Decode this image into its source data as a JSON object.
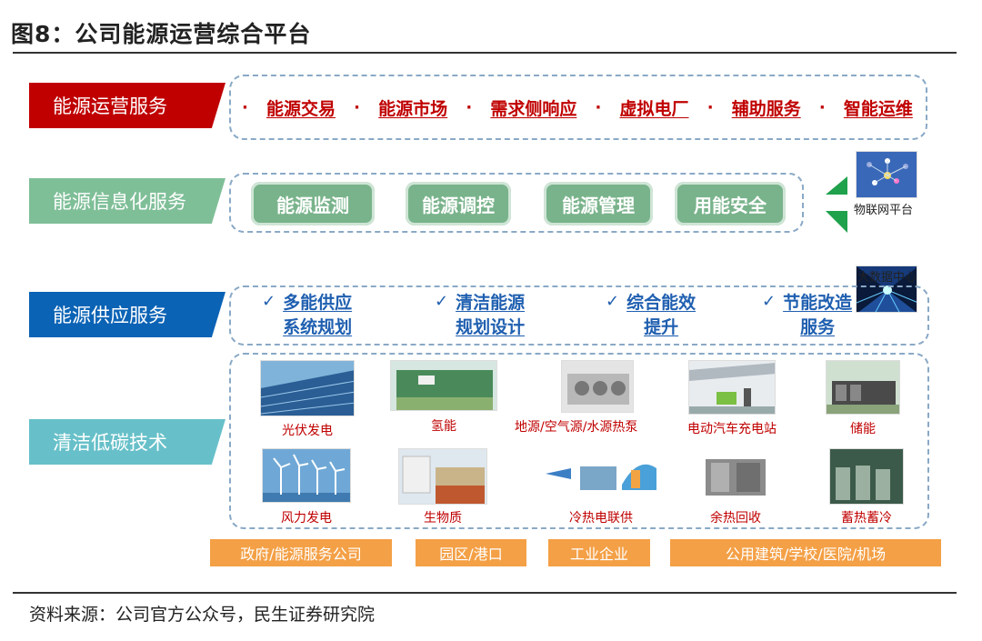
{
  "title": "图8：公司能源运营综合平台",
  "categories": {
    "operation": "能源运营服务",
    "info": "能源信息化服务",
    "supply": "能源供应服务",
    "tech": "清洁低碳技术"
  },
  "operation_services": [
    "能源交易",
    "能源市场",
    "需求侧响应",
    "虚拟电厂",
    "辅助服务",
    "智能运维"
  ],
  "info_services": [
    "能源监测",
    "能源调控",
    "能源管理",
    "用能安全"
  ],
  "supply_services": [
    {
      "line1": "多能供应",
      "line2": "系统规划"
    },
    {
      "line1": "清洁能源",
      "line2": "规划设计"
    },
    {
      "line1": "综合能效",
      "line2": "提升"
    },
    {
      "line1": "节能改造",
      "line2": "服务"
    }
  ],
  "side_platforms": [
    "物联网平台",
    "大数据中心"
  ],
  "technologies": [
    "光伏发电",
    "氢能",
    "地源/空气源/水源热泵",
    "电动汽车充电站",
    "储能",
    "风力发电",
    "生物质",
    "冷热电联供",
    "余热回收",
    "蓄热蓄冷"
  ],
  "customers": [
    "政府/能源服务公司",
    "园区/港口",
    "工业企业",
    "公用建筑/学校/医院/机场"
  ],
  "source": "资料来源：公司官方公众号，民生证券研究院",
  "colors": {
    "operation": "#c00000",
    "info": "#7fbf98",
    "supply": "#0b63b5",
    "tech": "#67c0c9",
    "orange": "#f4a046"
  }
}
